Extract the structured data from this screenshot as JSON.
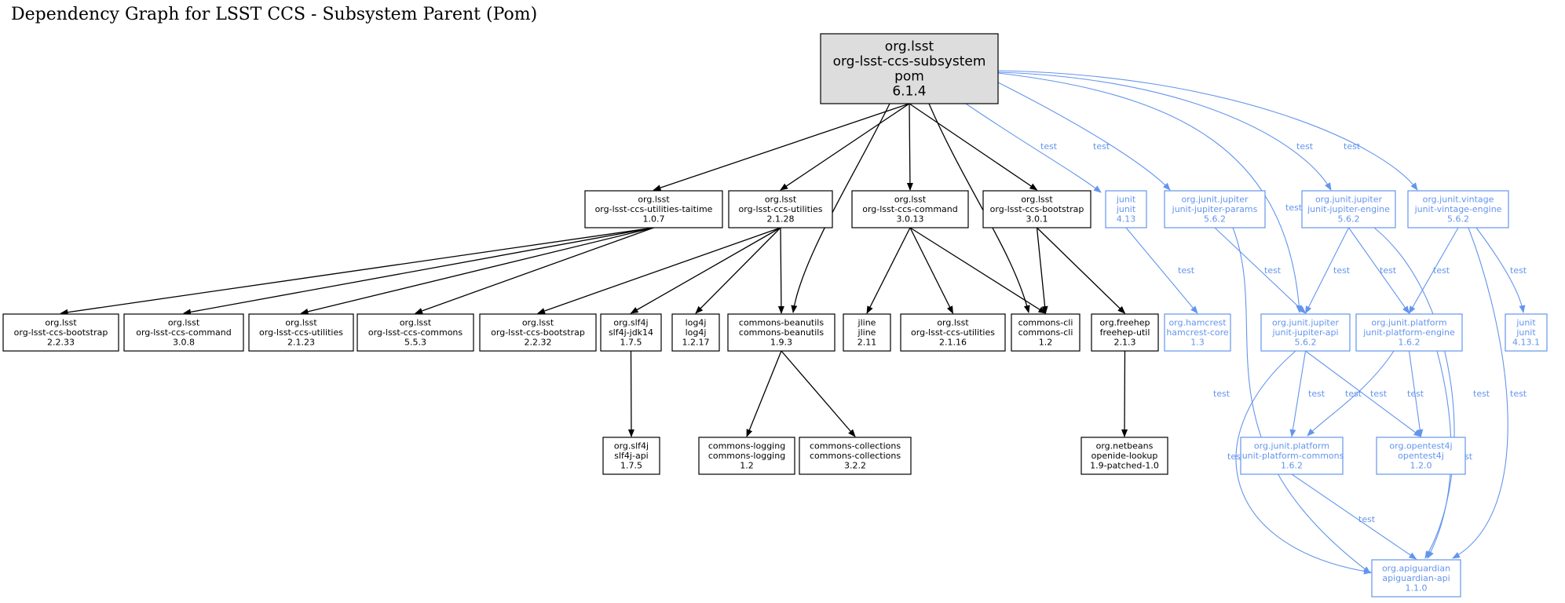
{
  "title": "Dependency Graph for LSST CCS - Subsystem Parent (Pom)",
  "colors": {
    "compile": "#000000",
    "test": "#6495ed",
    "root_fill": "#dddddd",
    "node_fill": "#ffffff"
  },
  "nodes": [
    {
      "id": "root",
      "kind": "root",
      "lines": [
        "org.lsst",
        "org-lsst-ccs-subsystem",
        "pom",
        "6.1.4"
      ]
    },
    {
      "id": "taitime",
      "kind": "compile",
      "lines": [
        "org.lsst",
        "org-lsst-ccs-utilities-taitime",
        "1.0.7"
      ]
    },
    {
      "id": "utilities_2128",
      "kind": "compile",
      "lines": [
        "org.lsst",
        "org-lsst-ccs-utilities",
        "2.1.28"
      ]
    },
    {
      "id": "command_3013",
      "kind": "compile",
      "lines": [
        "org.lsst",
        "org-lsst-ccs-command",
        "3.0.13"
      ]
    },
    {
      "id": "bootstrap_301",
      "kind": "compile",
      "lines": [
        "org.lsst",
        "org-lsst-ccs-bootstrap",
        "3.0.1"
      ]
    },
    {
      "id": "junit_413",
      "kind": "test",
      "lines": [
        "junit",
        "junit",
        "4.13"
      ]
    },
    {
      "id": "jupiter_params",
      "kind": "test",
      "lines": [
        "org.junit.jupiter",
        "junit-jupiter-params",
        "5.6.2"
      ]
    },
    {
      "id": "jupiter_engine",
      "kind": "test",
      "lines": [
        "org.junit.jupiter",
        "junit-jupiter-engine",
        "5.6.2"
      ]
    },
    {
      "id": "vintage_engine",
      "kind": "test",
      "lines": [
        "org.junit.vintage",
        "junit-vintage-engine",
        "5.6.2"
      ]
    },
    {
      "id": "bootstrap_2233",
      "kind": "compile",
      "lines": [
        "org.lsst",
        "org-lsst-ccs-bootstrap",
        "2.2.33"
      ]
    },
    {
      "id": "command_308",
      "kind": "compile",
      "lines": [
        "org.lsst",
        "org-lsst-ccs-command",
        "3.0.8"
      ]
    },
    {
      "id": "utilities_2123",
      "kind": "compile",
      "lines": [
        "org.lsst",
        "org-lsst-ccs-utilities",
        "2.1.23"
      ]
    },
    {
      "id": "commons_553",
      "kind": "compile",
      "lines": [
        "org.lsst",
        "org-lsst-ccs-commons",
        "5.5.3"
      ]
    },
    {
      "id": "bootstrap_2232",
      "kind": "compile",
      "lines": [
        "org.lsst",
        "org-lsst-ccs-bootstrap",
        "2.2.32"
      ]
    },
    {
      "id": "slf4j_jdk14",
      "kind": "compile",
      "lines": [
        "org.slf4j",
        "slf4j-jdk14",
        "1.7.5"
      ]
    },
    {
      "id": "log4j",
      "kind": "compile",
      "lines": [
        "log4j",
        "log4j",
        "1.2.17"
      ]
    },
    {
      "id": "beanutils",
      "kind": "compile",
      "lines": [
        "commons-beanutils",
        "commons-beanutils",
        "1.9.3"
      ]
    },
    {
      "id": "jline",
      "kind": "compile",
      "lines": [
        "jline",
        "jline",
        "2.11"
      ]
    },
    {
      "id": "utilities_2116",
      "kind": "compile",
      "lines": [
        "org.lsst",
        "org-lsst-ccs-utilities",
        "2.1.16"
      ]
    },
    {
      "id": "commons_cli",
      "kind": "compile",
      "lines": [
        "commons-cli",
        "commons-cli",
        "1.2"
      ]
    },
    {
      "id": "freehep",
      "kind": "compile",
      "lines": [
        "org.freehep",
        "freehep-util",
        "2.1.3"
      ]
    },
    {
      "id": "hamcrest",
      "kind": "test",
      "lines": [
        "org.hamcrest",
        "hamcrest-core",
        "1.3"
      ]
    },
    {
      "id": "jupiter_api",
      "kind": "test",
      "lines": [
        "org.junit.jupiter",
        "junit-jupiter-api",
        "5.6.2"
      ]
    },
    {
      "id": "platform_engine",
      "kind": "test",
      "lines": [
        "org.junit.platform",
        "junit-platform-engine",
        "1.6.2"
      ]
    },
    {
      "id": "junit_4131",
      "kind": "test",
      "lines": [
        "junit",
        "junit",
        "4.13.1"
      ]
    },
    {
      "id": "slf4j_api",
      "kind": "compile",
      "lines": [
        "org.slf4j",
        "slf4j-api",
        "1.7.5"
      ]
    },
    {
      "id": "commons_logging",
      "kind": "compile",
      "lines": [
        "commons-logging",
        "commons-logging",
        "1.2"
      ]
    },
    {
      "id": "commons_collections",
      "kind": "compile",
      "lines": [
        "commons-collections",
        "commons-collections",
        "3.2.2"
      ]
    },
    {
      "id": "openide",
      "kind": "compile",
      "lines": [
        "org.netbeans",
        "openide-lookup",
        "1.9-patched-1.0"
      ]
    },
    {
      "id": "platform_commons",
      "kind": "test",
      "lines": [
        "org.junit.platform",
        "junit-platform-commons",
        "1.6.2"
      ]
    },
    {
      "id": "opentest4j",
      "kind": "test",
      "lines": [
        "org.opentest4j",
        "opentest4j",
        "1.2.0"
      ]
    },
    {
      "id": "apiguardian",
      "kind": "test",
      "lines": [
        "org.apiguardian",
        "apiguardian-api",
        "1.1.0"
      ]
    }
  ],
  "edges": [
    {
      "from": "root",
      "to": "taitime",
      "kind": "compile",
      "label": ""
    },
    {
      "from": "root",
      "to": "utilities_2128",
      "kind": "compile",
      "label": ""
    },
    {
      "from": "root",
      "to": "beanutils",
      "kind": "compile",
      "label": ""
    },
    {
      "from": "root",
      "to": "command_3013",
      "kind": "compile",
      "label": ""
    },
    {
      "from": "root",
      "to": "commons_cli",
      "kind": "compile",
      "label": ""
    },
    {
      "from": "root",
      "to": "bootstrap_301",
      "kind": "compile",
      "label": ""
    },
    {
      "from": "root",
      "to": "junit_413",
      "kind": "test",
      "label": "test"
    },
    {
      "from": "root",
      "to": "jupiter_params",
      "kind": "test",
      "label": "test"
    },
    {
      "from": "root",
      "to": "jupiter_api",
      "kind": "test",
      "label": "test"
    },
    {
      "from": "root",
      "to": "jupiter_engine",
      "kind": "test",
      "label": "test"
    },
    {
      "from": "root",
      "to": "vintage_engine",
      "kind": "test",
      "label": "test"
    },
    {
      "from": "taitime",
      "to": "bootstrap_2233",
      "kind": "compile",
      "label": ""
    },
    {
      "from": "taitime",
      "to": "command_308",
      "kind": "compile",
      "label": ""
    },
    {
      "from": "taitime",
      "to": "utilities_2123",
      "kind": "compile",
      "label": ""
    },
    {
      "from": "taitime",
      "to": "commons_553",
      "kind": "compile",
      "label": ""
    },
    {
      "from": "utilities_2128",
      "to": "bootstrap_2232",
      "kind": "compile",
      "label": ""
    },
    {
      "from": "utilities_2128",
      "to": "slf4j_jdk14",
      "kind": "compile",
      "label": ""
    },
    {
      "from": "utilities_2128",
      "to": "log4j",
      "kind": "compile",
      "label": ""
    },
    {
      "from": "utilities_2128",
      "to": "beanutils",
      "kind": "compile",
      "label": ""
    },
    {
      "from": "command_3013",
      "to": "jline",
      "kind": "compile",
      "label": ""
    },
    {
      "from": "command_3013",
      "to": "utilities_2116",
      "kind": "compile",
      "label": ""
    },
    {
      "from": "command_3013",
      "to": "commons_cli",
      "kind": "compile",
      "label": ""
    },
    {
      "from": "bootstrap_301",
      "to": "commons_cli",
      "kind": "compile",
      "label": ""
    },
    {
      "from": "bootstrap_301",
      "to": "freehep",
      "kind": "compile",
      "label": ""
    },
    {
      "from": "slf4j_jdk14",
      "to": "slf4j_api",
      "kind": "compile",
      "label": ""
    },
    {
      "from": "beanutils",
      "to": "commons_logging",
      "kind": "compile",
      "label": ""
    },
    {
      "from": "beanutils",
      "to": "commons_collections",
      "kind": "compile",
      "label": ""
    },
    {
      "from": "freehep",
      "to": "openide",
      "kind": "compile",
      "label": ""
    },
    {
      "from": "junit_413",
      "to": "hamcrest",
      "kind": "test",
      "label": "test"
    },
    {
      "from": "jupiter_params",
      "to": "jupiter_api",
      "kind": "test",
      "label": "test"
    },
    {
      "from": "jupiter_params",
      "to": "apiguardian",
      "kind": "test",
      "label": "test"
    },
    {
      "from": "jupiter_engine",
      "to": "jupiter_api",
      "kind": "test",
      "label": "test"
    },
    {
      "from": "jupiter_engine",
      "to": "platform_engine",
      "kind": "test",
      "label": "test"
    },
    {
      "from": "jupiter_engine",
      "to": "apiguardian",
      "kind": "test",
      "label": "test"
    },
    {
      "from": "vintage_engine",
      "to": "platform_engine",
      "kind": "test",
      "label": "test"
    },
    {
      "from": "vintage_engine",
      "to": "junit_4131",
      "kind": "test",
      "label": "test"
    },
    {
      "from": "vintage_engine",
      "to": "apiguardian",
      "kind": "test",
      "label": "test"
    },
    {
      "from": "jupiter_api",
      "to": "platform_commons",
      "kind": "test",
      "label": "test"
    },
    {
      "from": "jupiter_api",
      "to": "opentest4j",
      "kind": "test",
      "label": "test"
    },
    {
      "from": "jupiter_api",
      "to": "apiguardian",
      "kind": "test",
      "label": "test"
    },
    {
      "from": "platform_engine",
      "to": "platform_commons",
      "kind": "test",
      "label": "test"
    },
    {
      "from": "platform_engine",
      "to": "opentest4j",
      "kind": "test",
      "label": "test"
    },
    {
      "from": "platform_engine",
      "to": "apiguardian",
      "kind": "test",
      "label": "test"
    },
    {
      "from": "platform_commons",
      "to": "apiguardian",
      "kind": "test",
      "label": "test"
    }
  ]
}
